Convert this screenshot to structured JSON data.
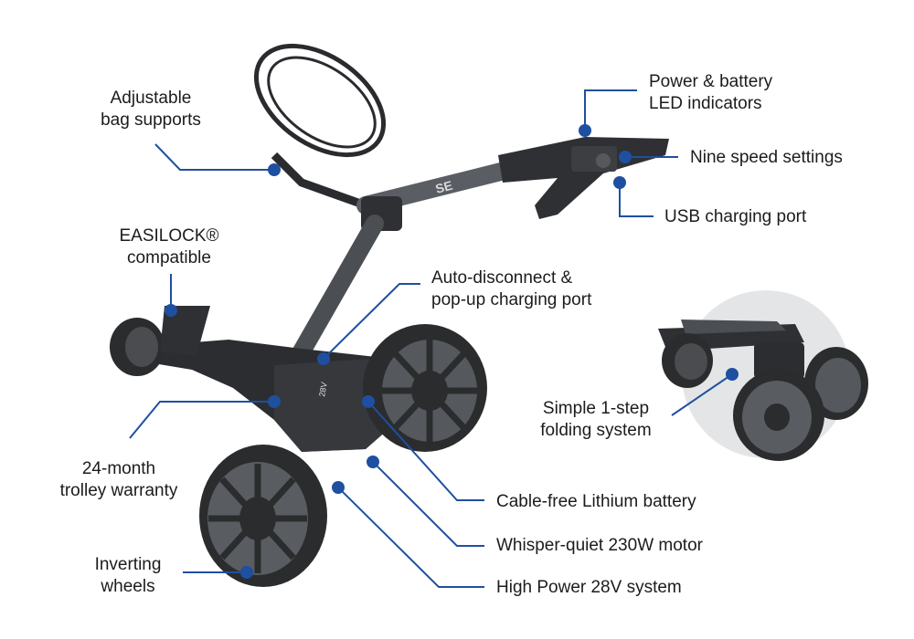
{
  "colors": {
    "accent": "#1f4fa0",
    "frame": "#3a3d42",
    "frame_light": "#5a5e64",
    "tyre": "#2b2c2e",
    "text": "#1c1c1c",
    "halo": "#e4e5e7"
  },
  "callouts": {
    "bag_supports": [
      "Adjustable",
      "bag supports"
    ],
    "led": [
      "Power & battery",
      "LED indicators"
    ],
    "speed": "Nine speed settings",
    "usb": "USB charging port",
    "easilock": [
      "EASILOCK®",
      "compatible"
    ],
    "disconnect": [
      "Auto-disconnect &",
      "pop-up charging port"
    ],
    "folding": [
      "Simple 1-step",
      "folding system"
    ],
    "warranty": [
      "24-month",
      "trolley warranty"
    ],
    "battery": "Cable-free Lithium battery",
    "motor": "Whisper-quiet 230W motor",
    "system": "High Power 28V system",
    "wheels": [
      "Inverting",
      "wheels"
    ]
  },
  "product_marks": {
    "handle_logo": "SE",
    "voltage": "28V"
  }
}
